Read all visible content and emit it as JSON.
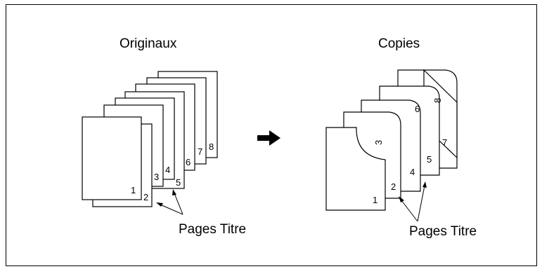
{
  "originals": {
    "heading": "Originaux",
    "page_numbers": [
      "1",
      "2",
      "3",
      "4",
      "5",
      "6",
      "7",
      "8"
    ],
    "callout": "Pages Titre"
  },
  "copies": {
    "heading": "Copies",
    "page_numbers": [
      "1",
      "2",
      "3",
      "4",
      "5",
      "6",
      "7",
      "8"
    ],
    "callout": "Pages Titre"
  },
  "arrow_icon": "right-arrow-icon",
  "colors": {
    "stroke": "#000000",
    "paper": "#ffffff"
  }
}
